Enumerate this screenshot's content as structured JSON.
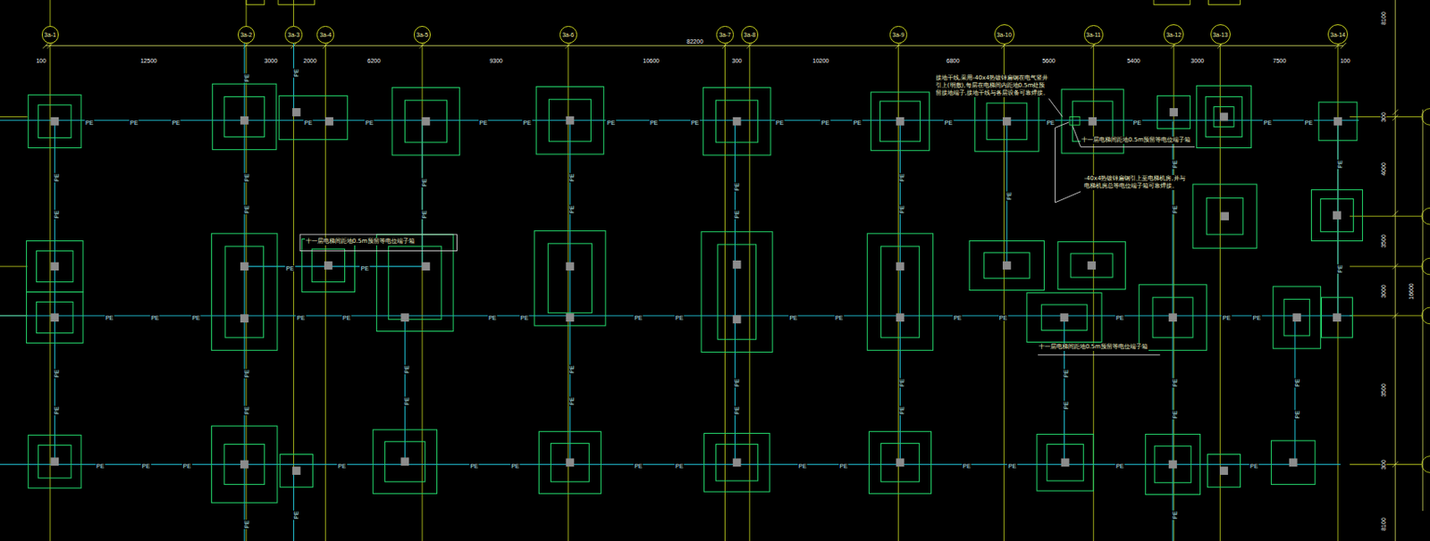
{
  "diagram": {
    "nodes": [
      {
        "text": [
          "3a-1"
        ]
      },
      {
        "text": [
          "3a-2"
        ]
      },
      {
        "text": [
          "3a-3"
        ]
      },
      {
        "text": [
          "3a-4"
        ]
      },
      {
        "text": [
          "3a-5"
        ]
      },
      {
        "text": [
          "3a-6"
        ]
      },
      {
        "text": [
          "3a-7"
        ]
      },
      {
        "text": [
          "3a-8"
        ]
      },
      {
        "text": [
          "3a-9"
        ]
      },
      {
        "text": [
          "3a-10"
        ]
      },
      {
        "text": [
          "3a-11"
        ]
      },
      {
        "text": [
          "3a-12"
        ]
      },
      {
        "text": [
          "3a-13"
        ]
      },
      {
        "text": [
          "3a-14"
        ]
      }
    ],
    "labels": [
      "100",
      "12500",
      "3000",
      "2000",
      "6200",
      "9300",
      "10600",
      "300",
      "10200",
      "6800",
      "5600",
      "5400",
      "3000",
      "7500",
      "100",
      "82200",
      "8100",
      "300",
      "4000",
      "3500",
      "3000",
      "16600",
      "3500",
      "300",
      "8100",
      "接地干线,采用-40x4热镀锌扁钢在电气竖井引上(明敷),每层在电梯间内距地0.5m处预留接地端子,接地干线与各层设备可靠焊接。",
      "十一层电梯间距地0.5m预留等电位端子箱",
      "-40x4热镀锌扁钢引上至电梯机房,并与电梯机房总等电位端子箱可靠焊接。",
      "十一层电梯间距地0.5m预留等电位端子箱",
      "十一层电梯间距地0.5m预留等电位端子箱",
      "PE",
      "PE",
      "PE",
      "PE",
      "PE",
      "PE",
      "PE",
      "PE",
      "PE",
      "PE",
      "PE",
      "PE",
      "PE",
      "PE",
      "PE",
      "PE",
      "PE",
      "PE",
      "PE",
      "PE",
      "PE",
      "PE",
      "PE",
      "PE",
      "PE",
      "PE",
      "PE",
      "PE",
      "PE",
      "PE",
      "PE",
      "PE",
      "PE",
      "PE",
      "PE",
      "PE",
      "PE",
      "PE",
      "PE",
      "PE",
      "PE",
      "PE",
      "PE",
      "PE",
      "PE",
      "PE",
      "PE",
      "PE",
      "PE",
      "PE",
      "PE",
      "PE",
      "PE",
      "PE",
      "PE",
      "PE",
      "PE",
      "PE",
      "PE",
      "PE",
      "PE",
      "PE",
      "PE",
      "PE",
      "PE",
      "PE",
      "PE",
      "PE",
      "PE",
      "PE",
      "PE",
      "PE",
      "PE",
      "PE",
      "PE",
      "PE",
      "PE",
      "PE",
      "PE",
      "PE",
      "PE",
      "PE",
      "PE",
      "PE",
      "PE",
      "PE",
      "PE",
      "PE",
      "PE",
      "PE"
    ]
  }
}
